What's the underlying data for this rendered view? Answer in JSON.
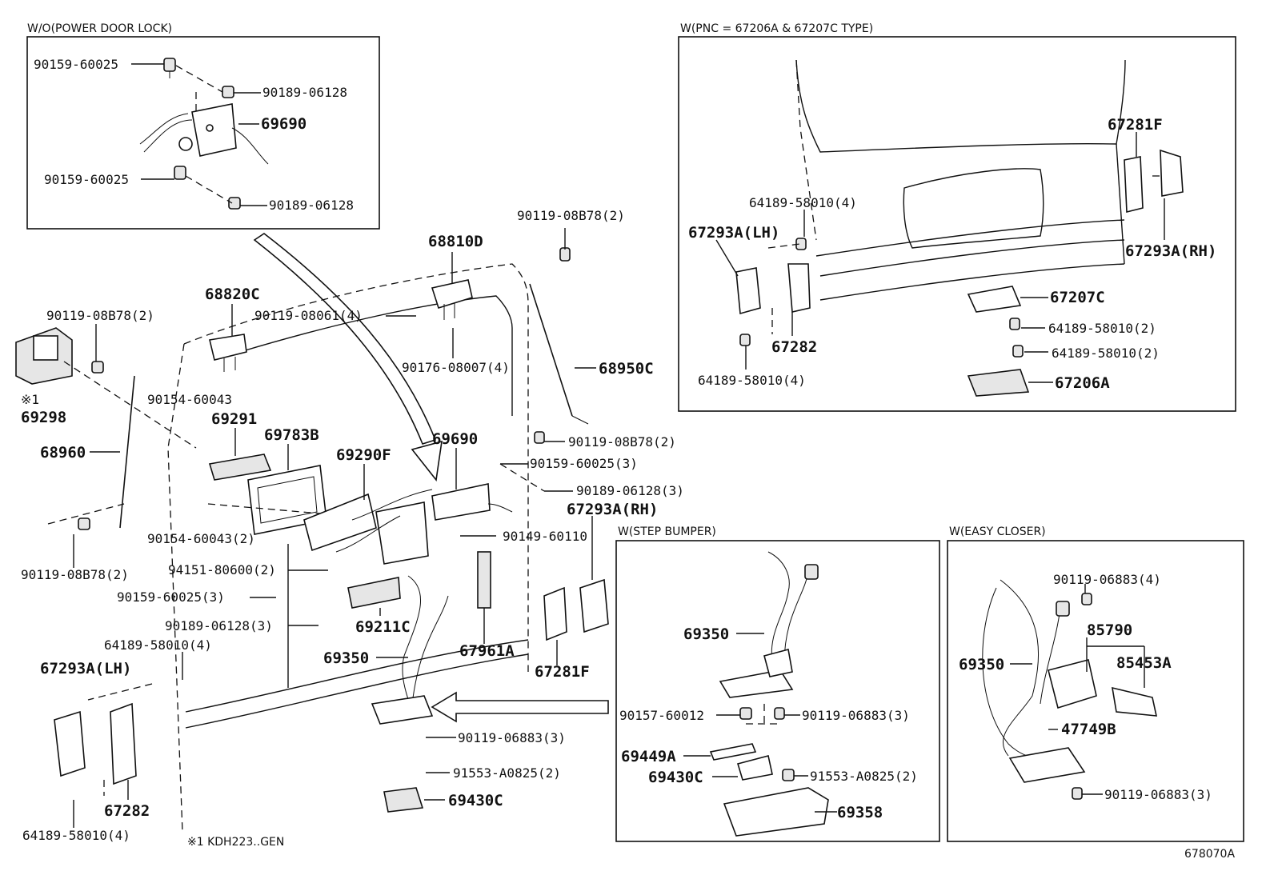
{
  "inset_titles": {
    "wo_power_door_lock": "W/O(POWER DOOR LOCK)",
    "w_pnc": "W(PNC = 67206A & 67207C TYPE)",
    "w_step_bumper": "W(STEP BUMPER)",
    "w_easy_closer": "W(EASY CLOSER)"
  },
  "footnote": "※1 KDH223..GEN",
  "diagram_code": "678070A",
  "note_mark": "※1",
  "labels": {
    "wo_90159_top": "90159-60025",
    "wo_90189_top": "90189-06128",
    "wo_69690": "69690",
    "wo_90159_bot": "90159-60025",
    "wo_90189_bot": "90189-06128",
    "m_90119_08B78_2_top": "90119-08B78(2)",
    "m_68810D": "68810D",
    "m_68820C": "68820C",
    "m_90119_08061_4": "90119-08061(4)",
    "m_90176_08007_4": "90176-08007(4)",
    "m_68950C": "68950C",
    "m_90119_08B78_2_left": "90119-08B78(2)",
    "m_69298": "69298",
    "m_90154_60043": "90154-60043",
    "m_69291": "69291",
    "m_69783B": "69783B",
    "m_69290F": "69290F",
    "m_69690": "69690",
    "m_90119_08B78_2_right": "90119-08B78(2)",
    "m_90159_60025_3_right": "90159-60025(3)",
    "m_90189_06128_3_right": "90189-06128(3)",
    "m_67293A_RH": "67293A(RH)",
    "m_68960": "68960",
    "m_90154_60043_2": "90154-60043(2)",
    "m_90149_60110": "90149-60110",
    "m_90119_08B78_2_bottom": "90119-08B78(2)",
    "m_94151_80600_2": "94151-80600(2)",
    "m_90159_60025_3_left": "90159-60025(3)",
    "m_90189_06128_3_left": "90189-06128(3)",
    "m_69211C": "69211C",
    "m_64189_58010_4_top": "64189-58010(4)",
    "m_67293A_LH": "67293A(LH)",
    "m_69350": "69350",
    "m_67961A": "67961A",
    "m_67281F": "67281F",
    "m_90119_06883_3": "90119-06883(3)",
    "m_91553_A0825_2": "91553-A0825(2)",
    "m_69430C": "69430C",
    "m_67282": "67282",
    "m_64189_58010_4_bot": "64189-58010(4)",
    "p_67281F": "67281F",
    "p_64189_58010_4_top": "64189-58010(4)",
    "p_67293A_LH": "67293A(LH)",
    "p_67293A_RH": "67293A(RH)",
    "p_67207C": "67207C",
    "p_67282": "67282",
    "p_64189_58010_2_a": "64189-58010(2)",
    "p_64189_58010_2_b": "64189-58010(2)",
    "p_64189_58010_4_bot": "64189-58010(4)",
    "p_67206A": "67206A",
    "s_69350": "69350",
    "s_90157_60012": "90157-60012",
    "s_90119_06883_3": "90119-06883(3)",
    "s_69449A": "69449A",
    "s_69430C": "69430C",
    "s_91553_A0825_2": "91553-A0825(2)",
    "s_69358": "69358",
    "e_90119_06883_4": "90119-06883(4)",
    "e_85790": "85790",
    "e_69350": "69350",
    "e_85453A": "85453A",
    "e_47749B": "47749B",
    "e_90119_06883_3": "90119-06883(3)"
  }
}
